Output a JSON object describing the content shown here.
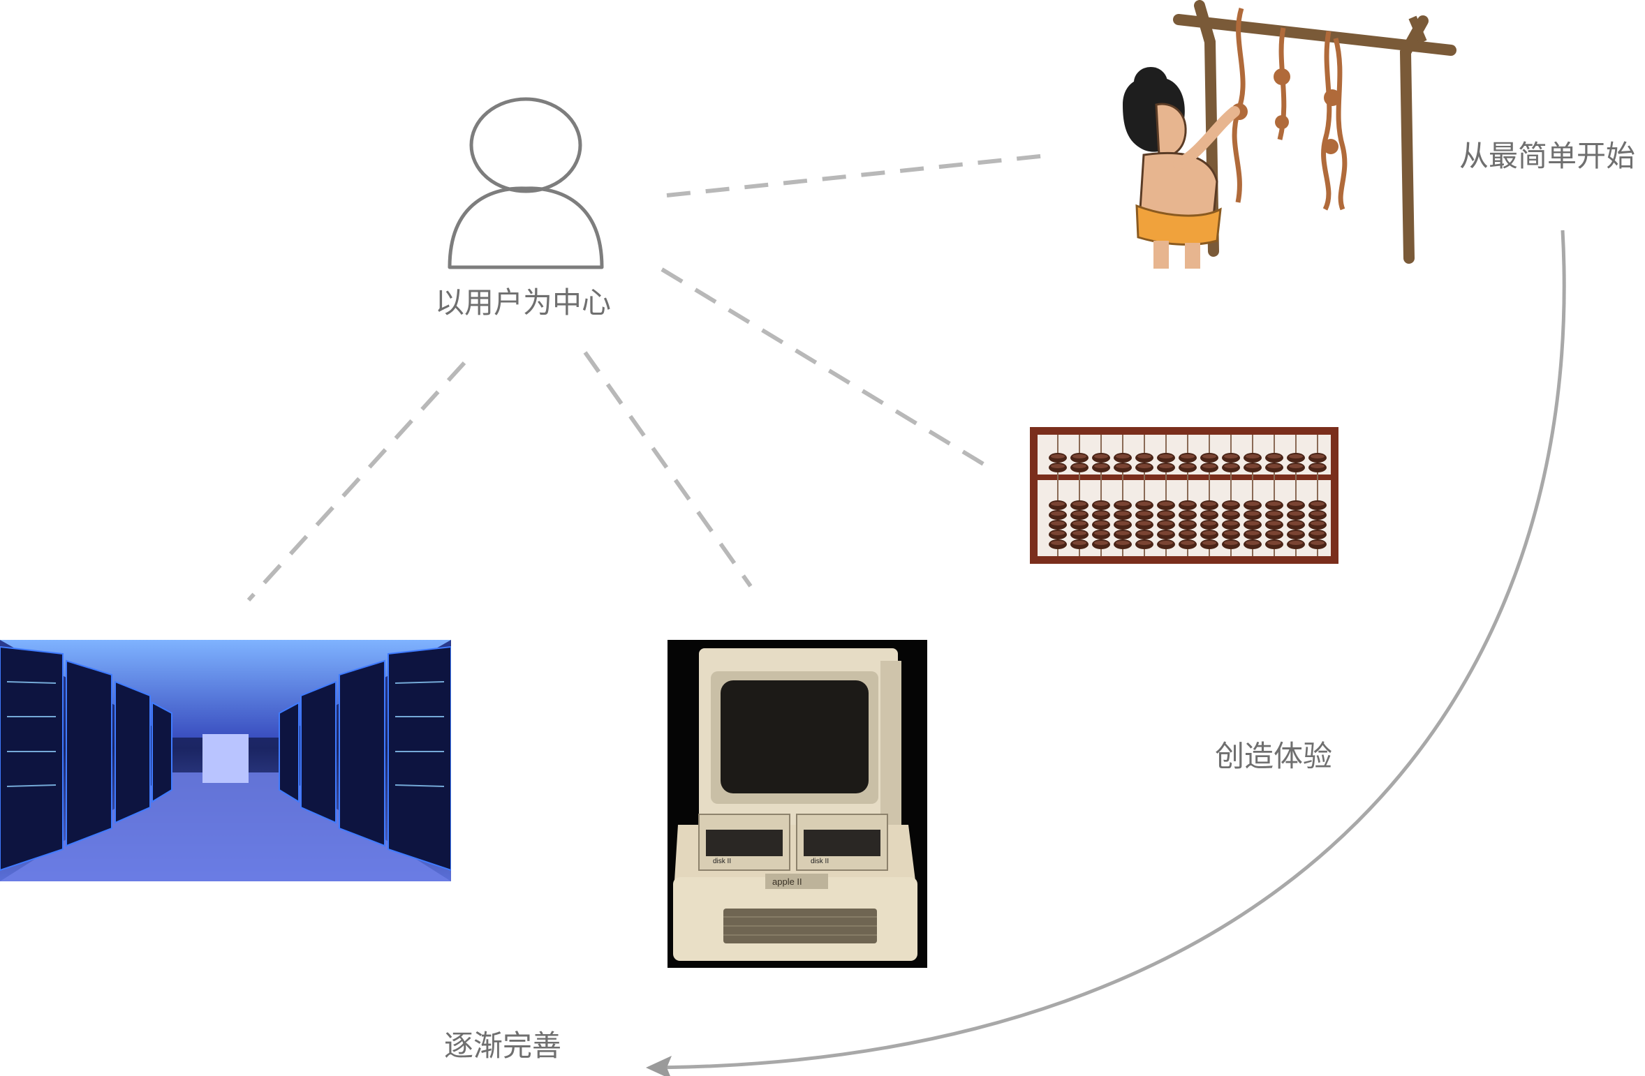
{
  "center": {
    "label": "以用户为中心",
    "icon": "user-icon"
  },
  "images": {
    "child_rope": "child-climbing-knotted-rope-illustration",
    "abacus": "abacus-photo",
    "apple_ii": "apple-ii-computer-photo",
    "datacenter": "server-datacenter-photo"
  },
  "apple_ii_marks": {
    "brand": "apple II",
    "drive1": "disk II",
    "drive2": "disk II"
  },
  "annotations": {
    "start": "从最简单开始",
    "experience": "创造体验",
    "improve": "逐渐完善"
  },
  "colors": {
    "line": "#b8b8b8",
    "text": "#6f6f6f",
    "arrow": "#9a9a9a"
  }
}
